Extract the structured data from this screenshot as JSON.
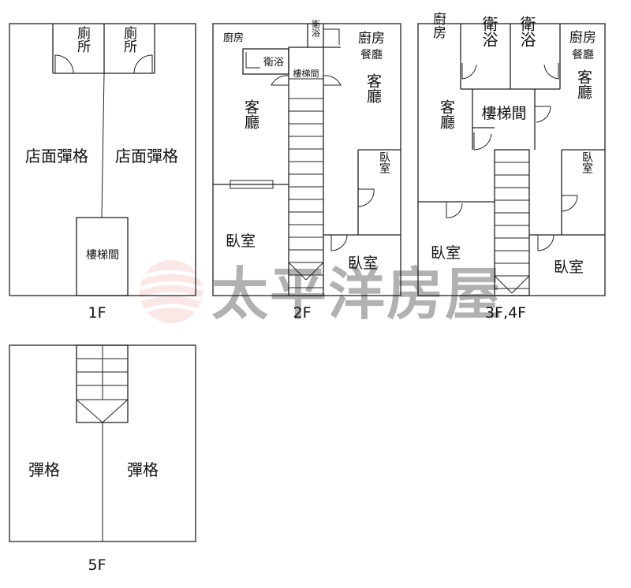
{
  "watermark": {
    "text": "太平洋房屋",
    "color": "#e24a4a"
  },
  "floors": [
    {
      "label": "1F",
      "rooms": {
        "toilet_a": "廁所",
        "toilet_b": "廁所",
        "shop_left": "店面彈格",
        "shop_right": "店面彈格",
        "stair": "樓梯間"
      }
    },
    {
      "label": "2F",
      "rooms": {
        "kitchen_l": "廚房",
        "bath_top": "衛浴",
        "bath_mid": "衛浴",
        "stair": "樓梯間",
        "kitchen_r": "廚房",
        "dining_r": "餐廳",
        "living_l": "客廳",
        "living_r": "客廳",
        "bedroom_r1": "臥室",
        "bedroom_l": "臥室",
        "bedroom_r2": "臥室"
      }
    },
    {
      "label": "3F,4F",
      "rooms": {
        "kitchen_l": "廚房",
        "bath_a": "衛浴",
        "bath_b": "衛浴",
        "kitchen_r": "廚房",
        "dining_r": "餐廳",
        "stair": "樓梯間",
        "living_l": "客廳",
        "living_r": "客廳",
        "bedroom_r1": "臥室",
        "bedroom_l": "臥室",
        "bedroom_r2": "臥室"
      }
    },
    {
      "label": "5F",
      "rooms": {
        "left": "彈格",
        "right": "彈格"
      }
    }
  ]
}
